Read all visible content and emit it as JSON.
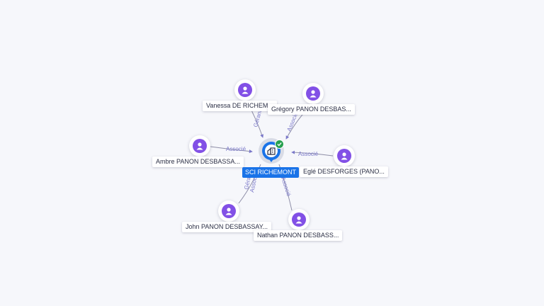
{
  "company": {
    "name": "SCI RICHEMONT",
    "status": "active"
  },
  "persons": [
    {
      "id": "vanessa",
      "name": "Vanessa DE RICHEM..."
    },
    {
      "id": "gregory",
      "name": "Grégory PANON DESBAS..."
    },
    {
      "id": "ambre",
      "name": "Ambre PANON DESBASSA..."
    },
    {
      "id": "egle",
      "name": "Eglé DESFORGES (PANO..."
    },
    {
      "id": "john",
      "name": "John PANON DESBASSAY..."
    },
    {
      "id": "nathan",
      "name": "Nathan PANON DESBASS..."
    }
  ],
  "edges": [
    {
      "id": "e1",
      "label": "Gérant"
    },
    {
      "id": "e2",
      "label": "Associé"
    },
    {
      "id": "e3",
      "label": "Associé"
    },
    {
      "id": "e4",
      "label": "Associé"
    },
    {
      "id": "e5a",
      "label": "Gérant"
    },
    {
      "id": "e5b",
      "label": "Associé"
    },
    {
      "id": "e6",
      "label": "Associé"
    }
  ],
  "colors": {
    "person": "#8250e6",
    "company": "#1a73e8",
    "status": "#27a050",
    "edge": "#7a78c9"
  },
  "icons": {
    "person": "user-icon",
    "company": "building-icon",
    "status": "check-icon"
  }
}
